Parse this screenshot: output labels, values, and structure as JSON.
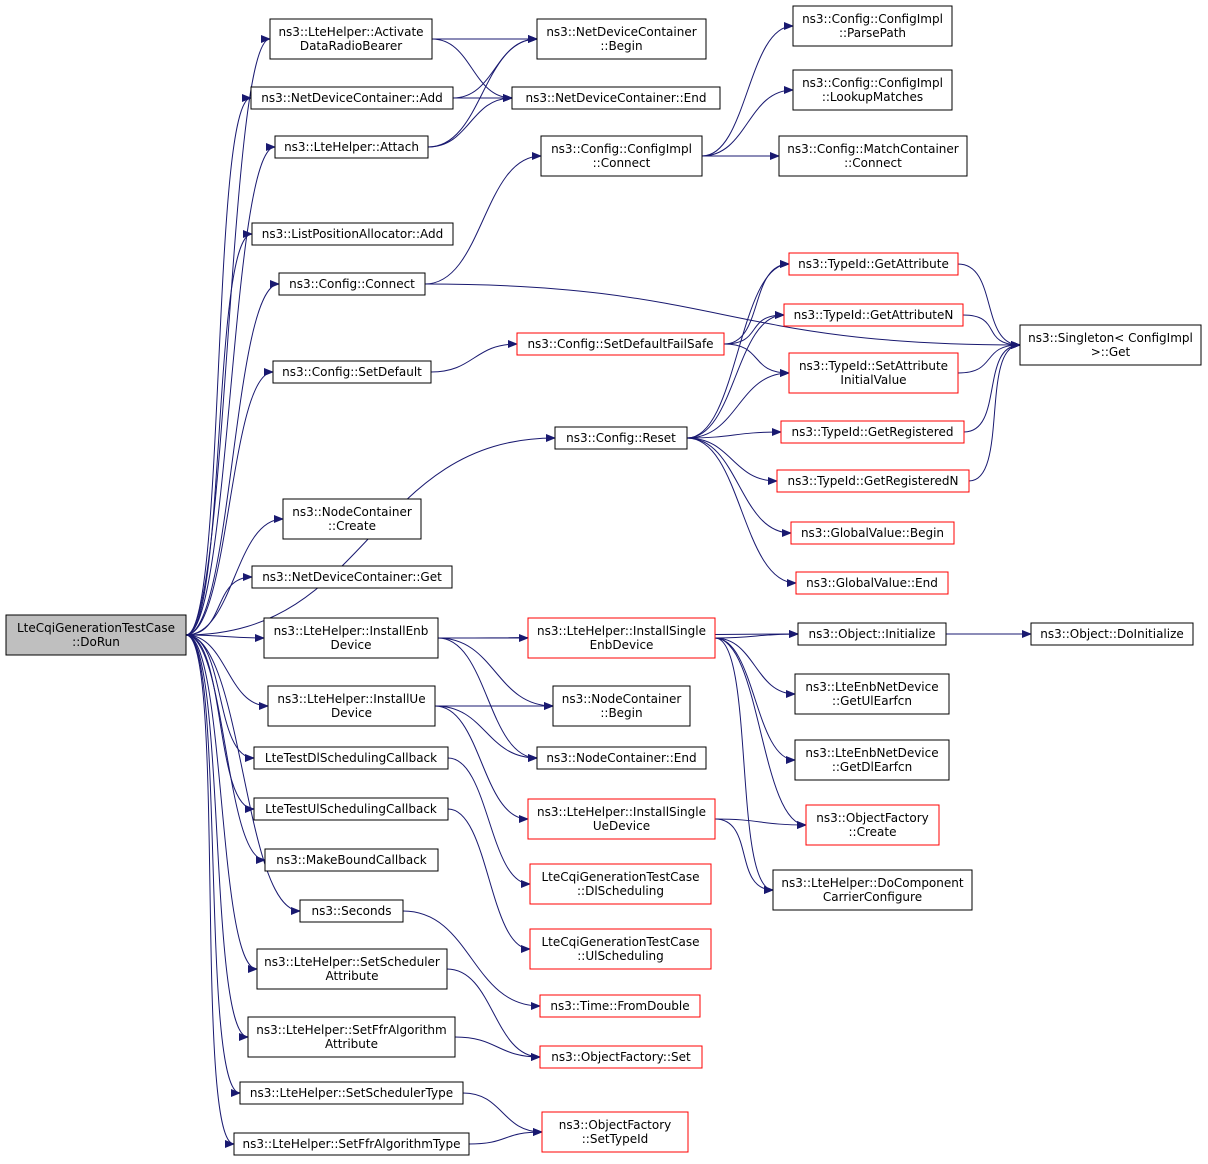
{
  "colors": {
    "edge": "#191970",
    "root_fill": "#bfbfbf",
    "node_border": "#000000",
    "truncated_border": "#ff0000",
    "background": "#ffffff"
  },
  "nodes": [
    {
      "id": "dorun",
      "lines": [
        "LteCqiGenerationTestCase",
        "::DoRun"
      ],
      "kind": "root"
    },
    {
      "id": "activate",
      "lines": [
        "ns3::LteHelper::Activate",
        "DataRadioBearer"
      ],
      "kind": "normal"
    },
    {
      "id": "ndcadd",
      "lines": [
        "ns3::NetDeviceContainer::Add"
      ],
      "kind": "normal"
    },
    {
      "id": "attach",
      "lines": [
        "ns3::LteHelper::Attach"
      ],
      "kind": "normal"
    },
    {
      "id": "lpaadd",
      "lines": [
        "ns3::ListPositionAllocator::Add"
      ],
      "kind": "normal"
    },
    {
      "id": "cfgconnect",
      "lines": [
        "ns3::Config::Connect"
      ],
      "kind": "normal"
    },
    {
      "id": "cfgsetdefault",
      "lines": [
        "ns3::Config::SetDefault"
      ],
      "kind": "normal"
    },
    {
      "id": "cfgreset",
      "lines": [
        "ns3::Config::Reset"
      ],
      "kind": "normal"
    },
    {
      "id": "nccreate",
      "lines": [
        "ns3::NodeContainer",
        "::Create"
      ],
      "kind": "normal"
    },
    {
      "id": "ndcget",
      "lines": [
        "ns3::NetDeviceContainer::Get"
      ],
      "kind": "normal"
    },
    {
      "id": "installenb",
      "lines": [
        "ns3::LteHelper::InstallEnb",
        "Device"
      ],
      "kind": "normal"
    },
    {
      "id": "installue",
      "lines": [
        "ns3::LteHelper::InstallUe",
        "Device"
      ],
      "kind": "normal"
    },
    {
      "id": "dlcb",
      "lines": [
        "LteTestDlSchedulingCallback"
      ],
      "kind": "normal"
    },
    {
      "id": "ulcb",
      "lines": [
        "LteTestUlSchedulingCallback"
      ],
      "kind": "normal"
    },
    {
      "id": "mkcb",
      "lines": [
        "ns3::MakeBoundCallback"
      ],
      "kind": "normal"
    },
    {
      "id": "seconds",
      "lines": [
        "ns3::Seconds"
      ],
      "kind": "normal"
    },
    {
      "id": "setschedattr",
      "lines": [
        "ns3::LteHelper::SetScheduler",
        "Attribute"
      ],
      "kind": "normal"
    },
    {
      "id": "setffrattr",
      "lines": [
        "ns3::LteHelper::SetFfrAlgorithm",
        "Attribute"
      ],
      "kind": "normal"
    },
    {
      "id": "setschedtype",
      "lines": [
        "ns3::LteHelper::SetSchedulerType"
      ],
      "kind": "normal"
    },
    {
      "id": "setffrtype",
      "lines": [
        "ns3::LteHelper::SetFfrAlgorithmType"
      ],
      "kind": "normal"
    },
    {
      "id": "ndcbegin",
      "lines": [
        "ns3::NetDeviceContainer",
        "::Begin"
      ],
      "kind": "normal"
    },
    {
      "id": "ndcend",
      "lines": [
        "ns3::NetDeviceContainer::End"
      ],
      "kind": "normal"
    },
    {
      "id": "cfgimplconnect",
      "lines": [
        "ns3::Config::ConfigImpl",
        "::Connect"
      ],
      "kind": "normal"
    },
    {
      "id": "parsepath",
      "lines": [
        "ns3::Config::ConfigImpl",
        "::ParsePath"
      ],
      "kind": "normal"
    },
    {
      "id": "lookup",
      "lines": [
        "ns3::Config::ConfigImpl",
        "::LookupMatches"
      ],
      "kind": "normal"
    },
    {
      "id": "mcconnect",
      "lines": [
        "ns3::Config::MatchContainer",
        "::Connect"
      ],
      "kind": "normal"
    },
    {
      "id": "setdefaultfs",
      "lines": [
        "ns3::Config::SetDefaultFailSafe"
      ],
      "kind": "truncated"
    },
    {
      "id": "getattr",
      "lines": [
        "ns3::TypeId::GetAttribute"
      ],
      "kind": "truncated"
    },
    {
      "id": "getattrn",
      "lines": [
        "ns3::TypeId::GetAttributeN"
      ],
      "kind": "truncated"
    },
    {
      "id": "setattrinit",
      "lines": [
        "ns3::TypeId::SetAttribute",
        "InitialValue"
      ],
      "kind": "truncated"
    },
    {
      "id": "getreg",
      "lines": [
        "ns3::TypeId::GetRegistered"
      ],
      "kind": "truncated"
    },
    {
      "id": "getregn",
      "lines": [
        "ns3::TypeId::GetRegisteredN"
      ],
      "kind": "truncated"
    },
    {
      "id": "gvbegin",
      "lines": [
        "ns3::GlobalValue::Begin"
      ],
      "kind": "truncated"
    },
    {
      "id": "gvend",
      "lines": [
        "ns3::GlobalValue::End"
      ],
      "kind": "truncated"
    },
    {
      "id": "singleton",
      "lines": [
        "ns3::Singleton< ConfigImpl",
        " >::Get"
      ],
      "kind": "normal"
    },
    {
      "id": "installsingleenb",
      "lines": [
        "ns3::LteHelper::InstallSingle",
        "EnbDevice"
      ],
      "kind": "truncated"
    },
    {
      "id": "objinit",
      "lines": [
        "ns3::Object::Initialize"
      ],
      "kind": "normal"
    },
    {
      "id": "objdoinit",
      "lines": [
        "ns3::Object::DoInitialize"
      ],
      "kind": "normal"
    },
    {
      "id": "ncbegin",
      "lines": [
        "ns3::NodeContainer",
        "::Begin"
      ],
      "kind": "normal"
    },
    {
      "id": "ncend",
      "lines": [
        "ns3::NodeContainer::End"
      ],
      "kind": "normal"
    },
    {
      "id": "getularfcn",
      "lines": [
        "ns3::LteEnbNetDevice",
        "::GetUlEarfcn"
      ],
      "kind": "normal"
    },
    {
      "id": "getdlearfcn",
      "lines": [
        "ns3::LteEnbNetDevice",
        "::GetDlEarfcn"
      ],
      "kind": "normal"
    },
    {
      "id": "installsingleue",
      "lines": [
        "ns3::LteHelper::InstallSingle",
        "UeDevice"
      ],
      "kind": "truncated"
    },
    {
      "id": "ofcreate",
      "lines": [
        "ns3::ObjectFactory",
        "::Create"
      ],
      "kind": "truncated"
    },
    {
      "id": "docc",
      "lines": [
        "ns3::LteHelper::DoComponent",
        "CarrierConfigure"
      ],
      "kind": "normal"
    },
    {
      "id": "dlsched",
      "lines": [
        "LteCqiGenerationTestCase",
        "::DlScheduling"
      ],
      "kind": "truncated"
    },
    {
      "id": "ulsched",
      "lines": [
        "LteCqiGenerationTestCase",
        "::UlScheduling"
      ],
      "kind": "truncated"
    },
    {
      "id": "fromdouble",
      "lines": [
        "ns3::Time::FromDouble"
      ],
      "kind": "truncated"
    },
    {
      "id": "ofset",
      "lines": [
        "ns3::ObjectFactory::Set"
      ],
      "kind": "truncated"
    },
    {
      "id": "ofsettypeid",
      "lines": [
        "ns3::ObjectFactory",
        "::SetTypeId"
      ],
      "kind": "truncated"
    }
  ],
  "edges": [
    [
      "dorun",
      "activate"
    ],
    [
      "dorun",
      "ndcadd"
    ],
    [
      "dorun",
      "attach"
    ],
    [
      "dorun",
      "lpaadd"
    ],
    [
      "dorun",
      "cfgconnect"
    ],
    [
      "dorun",
      "cfgsetdefault"
    ],
    [
      "dorun",
      "cfgreset"
    ],
    [
      "dorun",
      "nccreate"
    ],
    [
      "dorun",
      "ndcget"
    ],
    [
      "dorun",
      "installenb"
    ],
    [
      "dorun",
      "installue"
    ],
    [
      "dorun",
      "dlcb"
    ],
    [
      "dorun",
      "ulcb"
    ],
    [
      "dorun",
      "mkcb"
    ],
    [
      "dorun",
      "seconds"
    ],
    [
      "dorun",
      "setschedattr"
    ],
    [
      "dorun",
      "setffrattr"
    ],
    [
      "dorun",
      "setschedtype"
    ],
    [
      "dorun",
      "setffrtype"
    ],
    [
      "activate",
      "ndcbegin"
    ],
    [
      "activate",
      "ndcend"
    ],
    [
      "ndcadd",
      "ndcbegin"
    ],
    [
      "ndcadd",
      "ndcend"
    ],
    [
      "attach",
      "ndcbegin"
    ],
    [
      "attach",
      "ndcend"
    ],
    [
      "cfgconnect",
      "cfgimplconnect"
    ],
    [
      "cfgconnect",
      "singleton"
    ],
    [
      "cfgimplconnect",
      "parsepath"
    ],
    [
      "cfgimplconnect",
      "lookup"
    ],
    [
      "cfgimplconnect",
      "mcconnect"
    ],
    [
      "cfgsetdefault",
      "setdefaultfs"
    ],
    [
      "setdefaultfs",
      "getattr"
    ],
    [
      "setdefaultfs",
      "getattrn"
    ],
    [
      "setdefaultfs",
      "setattrinit"
    ],
    [
      "cfgreset",
      "getattr"
    ],
    [
      "cfgreset",
      "getattrn"
    ],
    [
      "cfgreset",
      "setattrinit"
    ],
    [
      "cfgreset",
      "getreg"
    ],
    [
      "cfgreset",
      "getregn"
    ],
    [
      "cfgreset",
      "gvbegin"
    ],
    [
      "cfgreset",
      "gvend"
    ],
    [
      "getattr",
      "singleton"
    ],
    [
      "getattrn",
      "singleton"
    ],
    [
      "setattrinit",
      "singleton"
    ],
    [
      "getreg",
      "singleton"
    ],
    [
      "getregn",
      "singleton"
    ],
    [
      "installenb",
      "installsingleenb"
    ],
    [
      "installenb",
      "objinit"
    ],
    [
      "installenb",
      "ncbegin"
    ],
    [
      "installenb",
      "ncend"
    ],
    [
      "installue",
      "ncbegin"
    ],
    [
      "installue",
      "ncend"
    ],
    [
      "installue",
      "installsingleue"
    ],
    [
      "installsingleenb",
      "objinit"
    ],
    [
      "installsingleenb",
      "getularfcn"
    ],
    [
      "installsingleenb",
      "getdlearfcn"
    ],
    [
      "installsingleenb",
      "ofcreate"
    ],
    [
      "installsingleenb",
      "docc"
    ],
    [
      "objinit",
      "objdoinit"
    ],
    [
      "installsingleue",
      "ofcreate"
    ],
    [
      "installsingleue",
      "docc"
    ],
    [
      "dlcb",
      "dlsched"
    ],
    [
      "ulcb",
      "ulsched"
    ],
    [
      "seconds",
      "fromdouble"
    ],
    [
      "setschedattr",
      "ofset"
    ],
    [
      "setffrattr",
      "ofset"
    ],
    [
      "setschedtype",
      "ofsettypeid"
    ],
    [
      "setffrtype",
      "ofsettypeid"
    ]
  ]
}
